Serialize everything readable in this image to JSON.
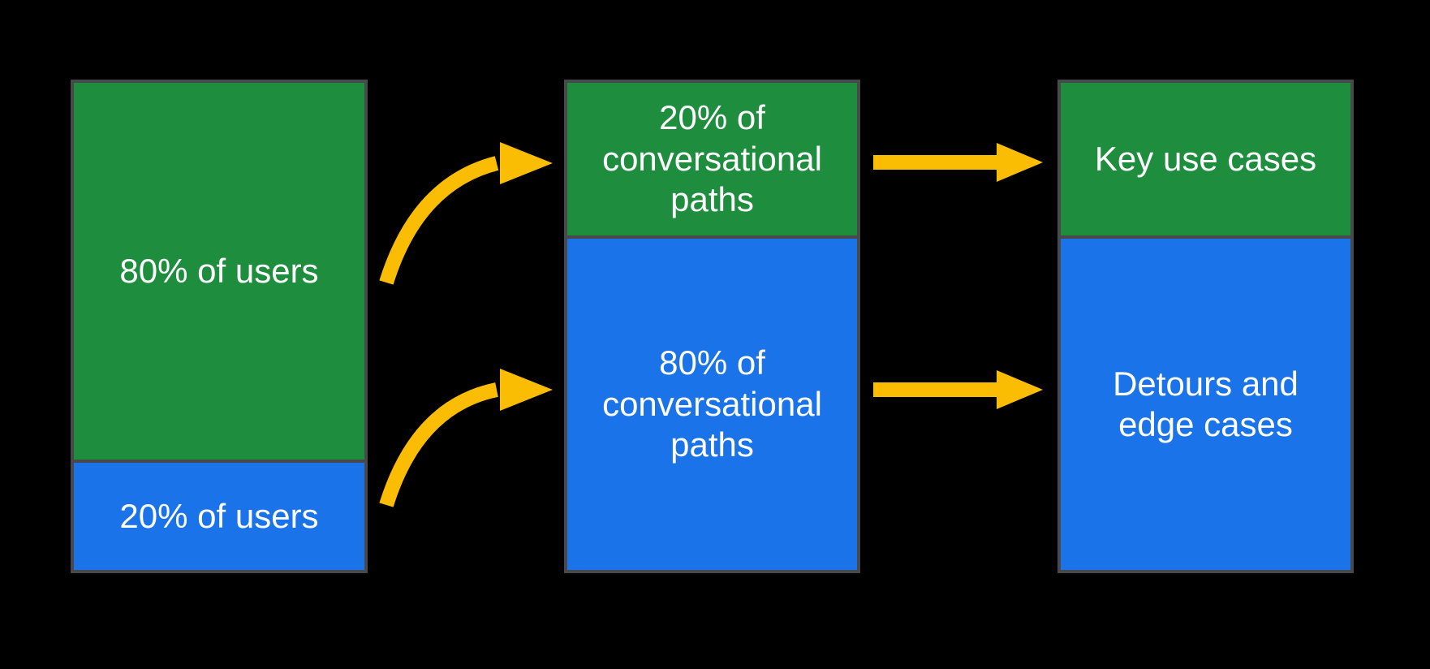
{
  "diagram": {
    "kind": "stacked-bar flow diagram",
    "columns": [
      {
        "name": "users",
        "segments": [
          {
            "label": "80% of users",
            "color": "green",
            "pct": 80
          },
          {
            "label": "20% of users",
            "color": "blue",
            "pct": 20
          }
        ]
      },
      {
        "name": "conversational-paths",
        "segments": [
          {
            "label": "20% of\nconversational\npaths",
            "color": "green",
            "pct": 20
          },
          {
            "label": "80% of\nconversational\npaths",
            "color": "blue",
            "pct": 80
          }
        ]
      },
      {
        "name": "outcomes",
        "segments": [
          {
            "label": "Key use cases",
            "color": "green"
          },
          {
            "label": "Detours and\nedge cases",
            "color": "blue"
          }
        ]
      }
    ],
    "arrows": [
      {
        "name": "curved-arrow-top",
        "from": "users: 80%",
        "to": "conversational paths: 20%"
      },
      {
        "name": "curved-arrow-bottom",
        "from": "users: 20%",
        "to": "conversational paths: 80%"
      },
      {
        "name": "straight-arrow-top",
        "from": "conversational paths: 20%",
        "to": "Key use cases"
      },
      {
        "name": "straight-arrow-bottom",
        "from": "conversational paths: 80%",
        "to": "Detours and edge cases"
      }
    ]
  },
  "colors": {
    "green": "#1E8E3E",
    "blue": "#1A73E8",
    "arrow": "#FBBC04",
    "border": "#48494B",
    "text": "#FFFFFF",
    "bg": "#000000"
  }
}
